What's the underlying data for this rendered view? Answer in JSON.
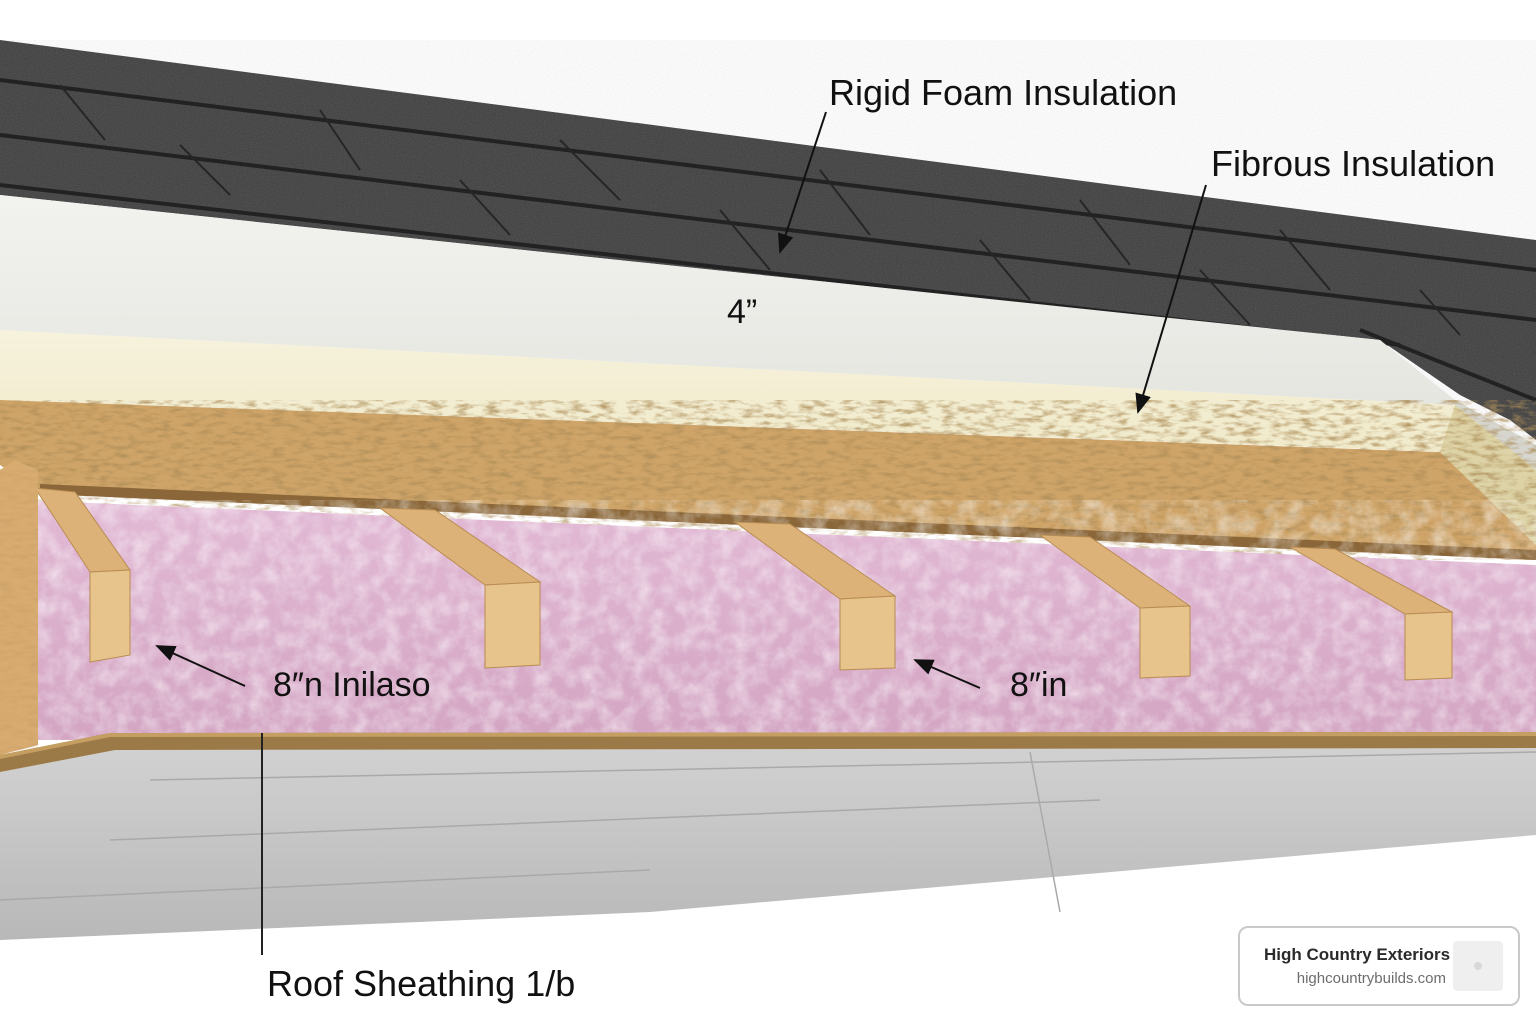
{
  "diagram": {
    "labels": {
      "rigid_foam": "Rigid Foam Insulation",
      "fibrous": "Fibrous Insulation",
      "thickness_top": "4”",
      "batt_left": "8″n Inilaso",
      "batt_right": "8″in",
      "sheathing": "Roof Sheathing 1/b"
    },
    "colors": {
      "shingles": "#3c3c3c",
      "rigid_foam": "#e9e9e4",
      "fibrous": "#f3eed2",
      "osb": "#cfa468",
      "batt": "#dcb1cd",
      "rafter": "#dcb278",
      "ceiling": "#c3c3c3"
    }
  },
  "brand": {
    "name": "High Country Exteriors",
    "url": "highcountrybuilds.com"
  }
}
